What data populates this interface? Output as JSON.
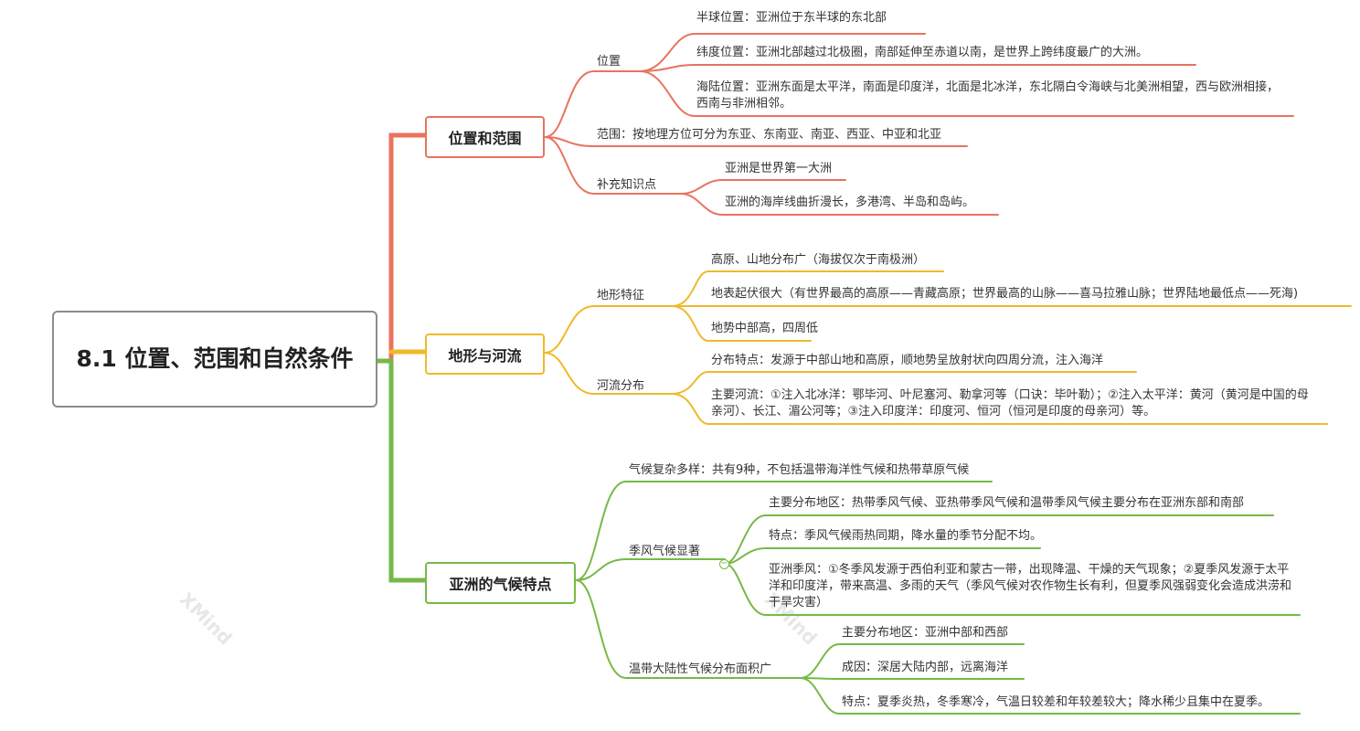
{
  "colors": {
    "red": "#e8735f",
    "yellow": "#f0b928",
    "green": "#76b947",
    "root_border": "#8c8c8c"
  },
  "root": "8.1 位置、范围和自然条件",
  "watermark": "XMind",
  "sections": {
    "position": {
      "title": "位置和范围",
      "weizhi": {
        "label": "位置",
        "items": [
          "半球位置：亚洲位于东半球的东北部",
          "纬度位置：亚洲北部越过北极圈，南部延伸至赤道以南，是世界上跨纬度最广的大洲。",
          "海陆位置：亚洲东面是太平洋，南面是印度洋，北面是北冰洋，东北隔白令海峡与北美洲相望，西与欧洲相接，西南与非洲相邻。"
        ]
      },
      "fanwei": "范围：按地理方位可分为东亚、东南亚、南亚、西亚、中亚和北亚",
      "buchong": {
        "label": "补充知识点",
        "items": [
          "亚洲是世界第一大洲",
          "亚洲的海岸线曲折漫长，多港湾、半岛和岛屿。"
        ]
      }
    },
    "terrain": {
      "title": "地形与河流",
      "dixing": {
        "label": "地形特征",
        "items": [
          "高原、山地分布广（海拔仅次于南极洲）",
          "地表起伏很大（有世界最高的高原——青藏高原；世界最高的山脉——喜马拉雅山脉；世界陆地最低点——死海)",
          "地势中部高，四周低"
        ]
      },
      "heliu": {
        "label": "河流分布",
        "items": [
          "分布特点：发源于中部山地和高原，顺地势呈放射状向四周分流，注入海洋",
          "主要河流：①注入北冰洋：鄂毕河、叶尼塞河、勒拿河等（口诀：毕叶勒）；②注入太平洋：黄河（黄河是中国的母亲河）、长江、湄公河等；③注入印度洋：印度河、恒河（恒河是印度的母亲河）等。"
        ]
      }
    },
    "climate": {
      "title": "亚洲的气候特点",
      "complex": "气候复杂多样：共有9种，不包括温带海洋性气候和热带草原气候",
      "monsoon": {
        "label": "季风气候显著",
        "collapse_symbol": "−",
        "items": [
          "主要分布地区：热带季风气候、亚热带季风气候和温带季风气候主要分布在亚洲东部和南部",
          "特点：季风气候雨热同期，降水量的季节分配不均。",
          "亚洲季风：①冬季风发源于西伯利亚和蒙古一带，出现降温、干燥的天气现象；②夏季风发源于太平洋和印度洋，带来高温、多雨的天气（季风气候对农作物生长有利，但夏季风强弱变化会造成洪涝和干旱灾害）"
        ]
      },
      "continental": {
        "label": "温带大陆性气候分布面积广",
        "items": [
          "主要分布地区：亚洲中部和西部",
          "成因：深居大陆内部，远离海洋",
          "特点：夏季炎热，冬季寒冷，气温日较差和年较差较大；降水稀少且集中在夏季。"
        ]
      }
    }
  }
}
